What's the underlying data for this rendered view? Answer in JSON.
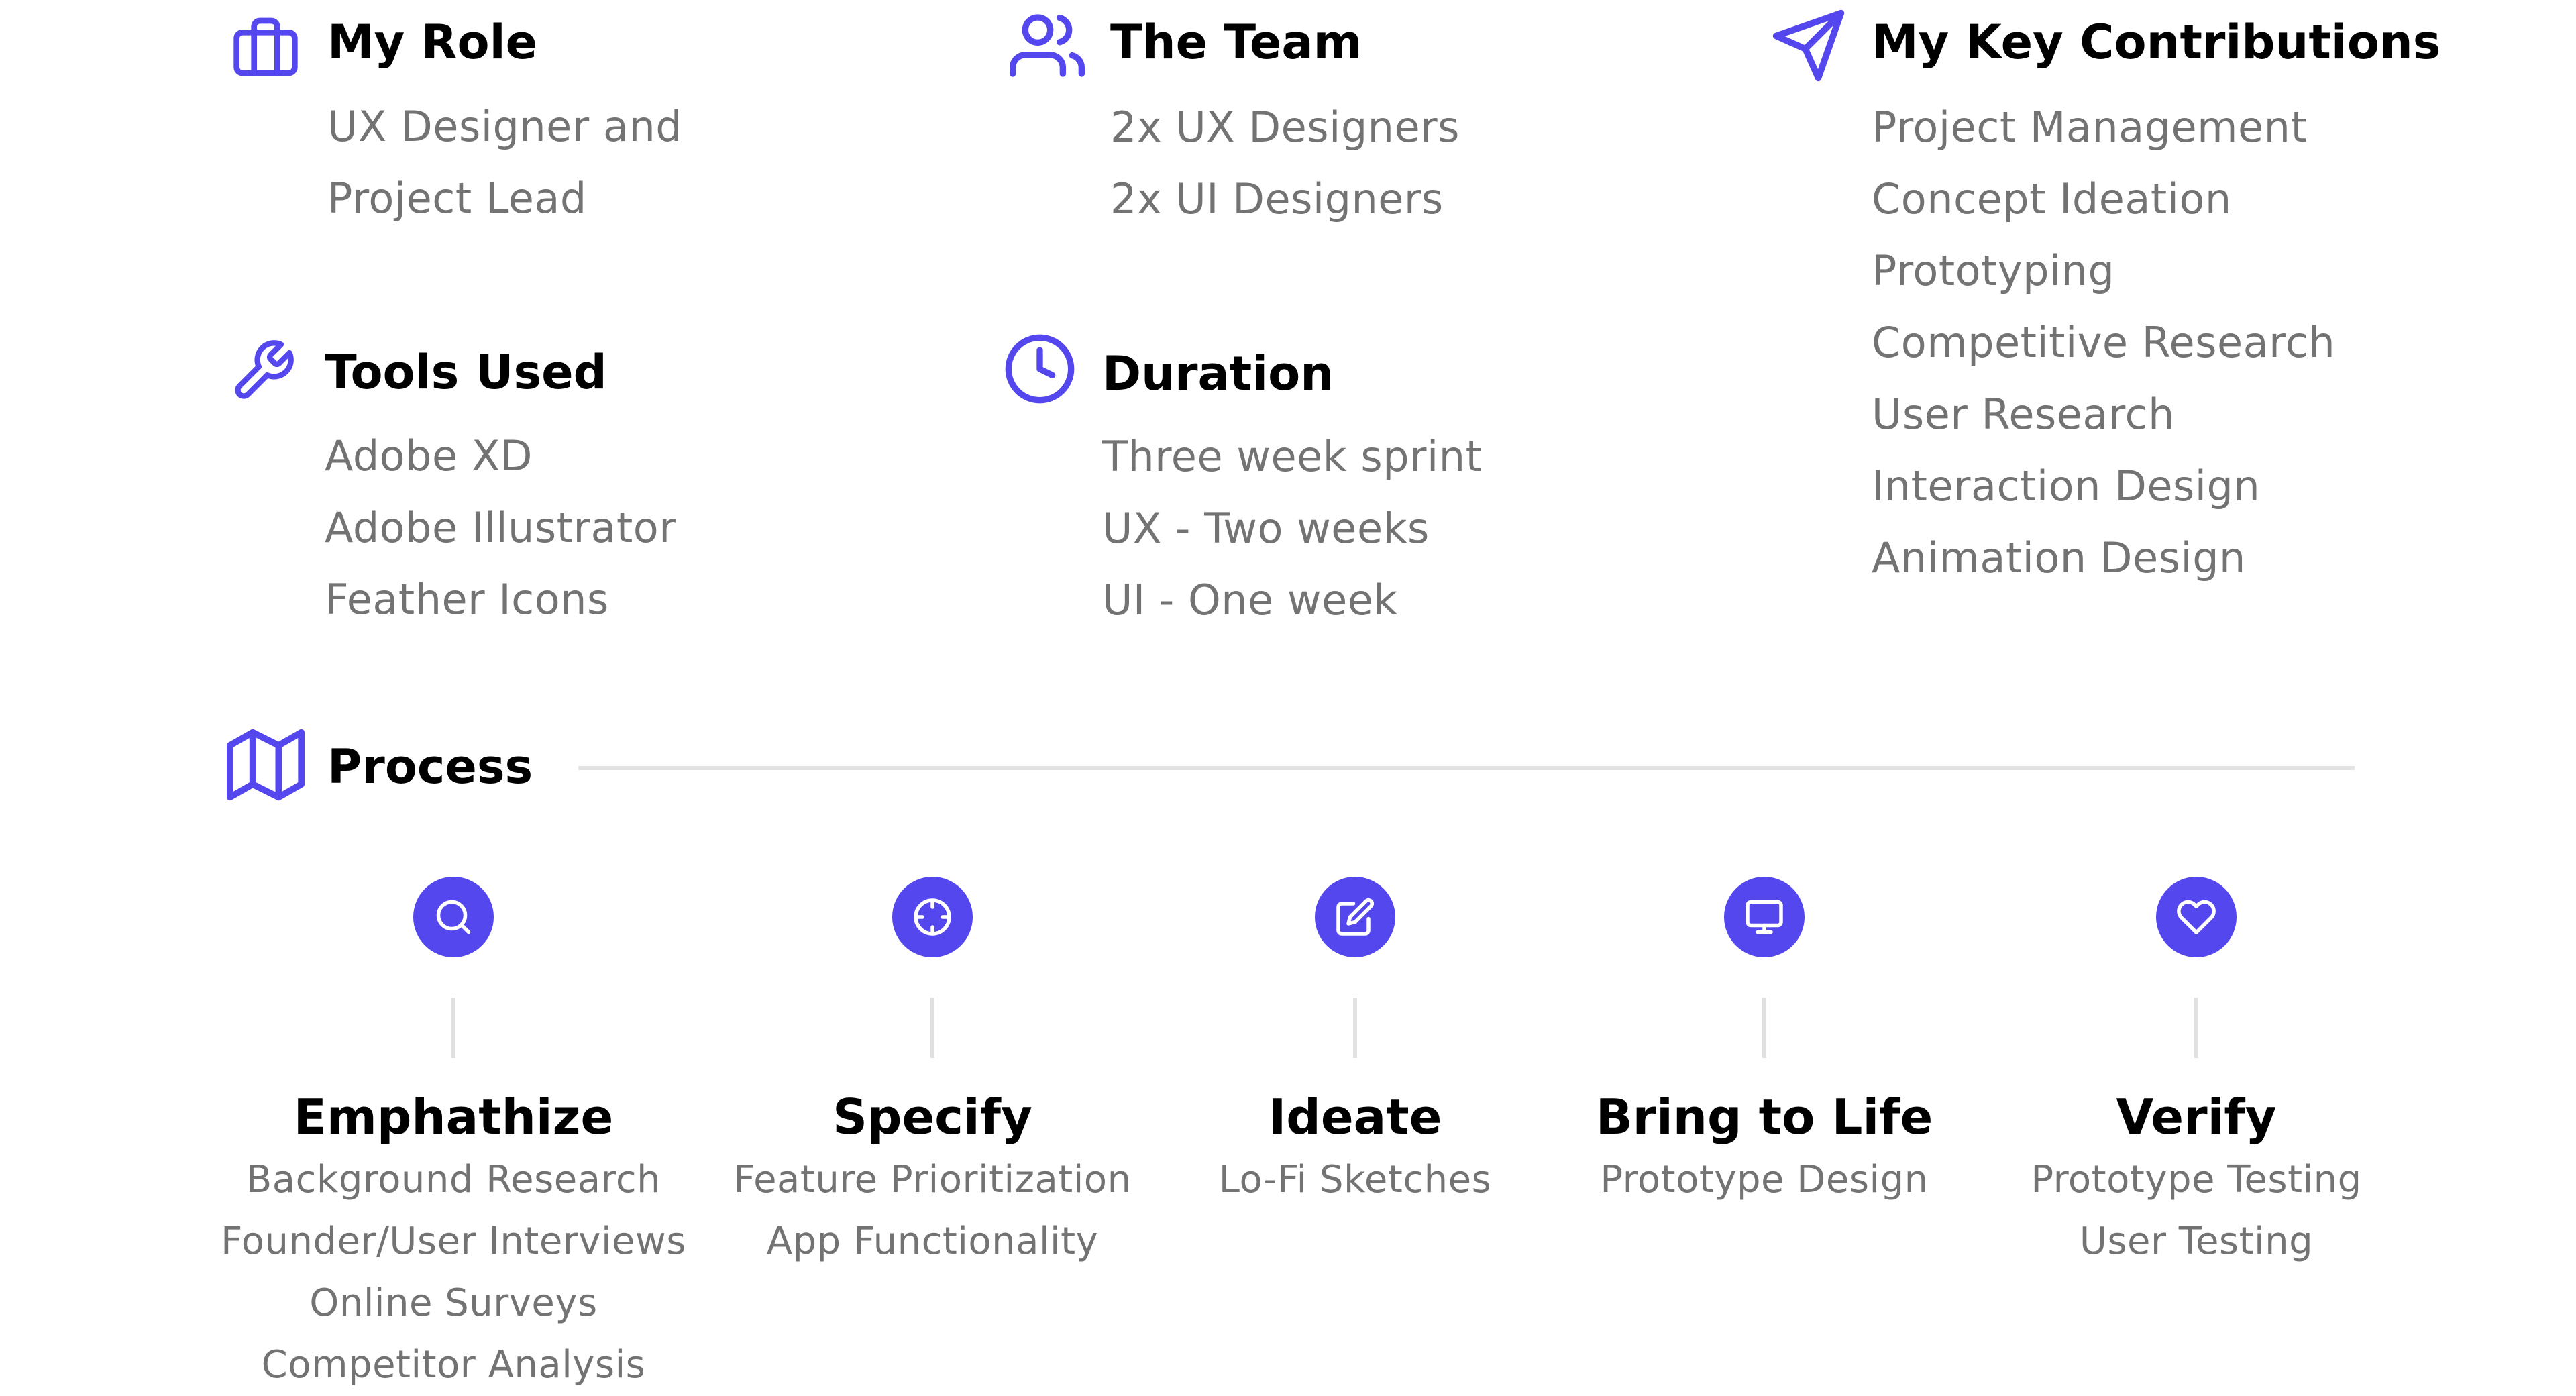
{
  "colors": {
    "accent": "#5447ee",
    "heading": "#000000",
    "body_text": "#737373",
    "rule": "#e3e3e3"
  },
  "overview": {
    "role": {
      "icon": "briefcase-icon",
      "title": "My Role",
      "items": [
        "UX Designer and",
        "Project Lead"
      ]
    },
    "team": {
      "icon": "users-icon",
      "title": "The Team",
      "items": [
        "2x UX Designers",
        "2x UI Designers"
      ]
    },
    "contributions": {
      "icon": "send-icon",
      "title": "My Key Contributions",
      "items": [
        "Project Management",
        "Concept Ideation",
        "Prototyping",
        "Competitive Research",
        "User Research",
        "Interaction Design",
        "Animation Design"
      ]
    },
    "tools": {
      "icon": "tool-icon",
      "title": "Tools Used",
      "items": [
        "Adobe XD",
        "Adobe Illustrator",
        "Feather Icons"
      ]
    },
    "duration": {
      "icon": "clock-icon",
      "title": "Duration",
      "items": [
        "Three week sprint",
        "UX - Two weeks",
        "UI - One week"
      ]
    }
  },
  "process": {
    "icon": "map-icon",
    "title": "Process",
    "steps": [
      {
        "icon": "search-icon",
        "title": "Emphathize",
        "items": [
          "Background Research",
          "Founder/User Interviews",
          "Online Surveys",
          "Competitor Analysis"
        ]
      },
      {
        "icon": "crosshair-icon",
        "title": "Specify",
        "items": [
          "Feature Prioritization",
          "App Functionality"
        ]
      },
      {
        "icon": "edit-icon",
        "title": "Ideate",
        "items": [
          "Lo-Fi Sketches"
        ]
      },
      {
        "icon": "monitor-icon",
        "title": "Bring to Life",
        "items": [
          "Prototype Design"
        ]
      },
      {
        "icon": "heart-icon",
        "title": "Verify",
        "items": [
          "Prototype Testing",
          "User Testing"
        ]
      }
    ]
  }
}
